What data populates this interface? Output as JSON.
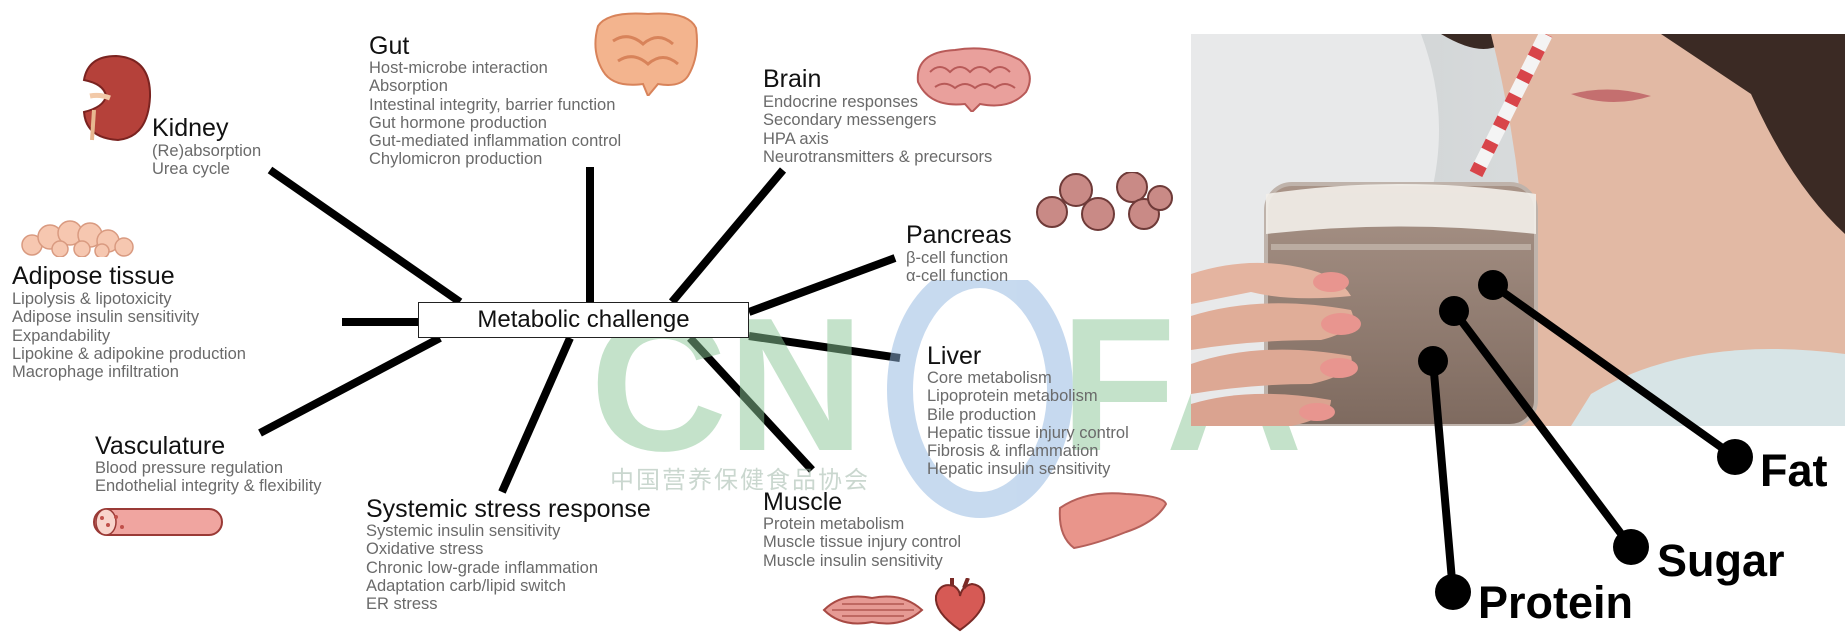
{
  "center": {
    "label": "Metabolic challenge"
  },
  "organs": {
    "gut": {
      "title": "Gut",
      "items": [
        "Host-microbe interaction",
        "Absorption",
        "Intestinal integrity, barrier function",
        "Gut hormone production",
        "Gut-mediated inflammation control",
        "Chylomicron production"
      ]
    },
    "kidney": {
      "title": "Kidney",
      "items": [
        "(Re)absorption",
        "Urea cycle"
      ]
    },
    "brain": {
      "title": "Brain",
      "items": [
        "Endocrine responses",
        "Secondary messengers",
        "HPA axis",
        "Neurotransmitters & precursors"
      ]
    },
    "pancreas": {
      "title": "Pancreas",
      "items": [
        "β-cell function",
        "α-cell function"
      ]
    },
    "adipose": {
      "title": "Adipose tissue",
      "items": [
        "Lipolysis & lipotoxicity",
        "Adipose insulin sensitivity",
        "Expandability",
        "Lipokine & adipokine production",
        "Macrophage infiltration"
      ]
    },
    "liver": {
      "title": "Liver",
      "items": [
        "Core metabolism",
        "Lipoprotein metabolism",
        "Bile production",
        "Hepatic tissue injury control",
        "Fibrosis & inflammation",
        "Hepatic insulin sensitivity"
      ]
    },
    "vasculature": {
      "title": "Vasculature",
      "items": [
        "Blood pressure regulation",
        "Endothelial integrity & flexibility"
      ]
    },
    "stress": {
      "title": "Systemic stress response",
      "items": [
        "Systemic insulin sensitivity",
        "Oxidative stress",
        "Chronic low-grade inflammation",
        "Adaptation carb/lipid switch",
        "ER stress"
      ]
    },
    "muscle": {
      "title": "Muscle",
      "items": [
        "Protein metabolism",
        "Muscle tissue injury control",
        "Muscle insulin sensitivity"
      ]
    }
  },
  "watermark": {
    "logo": "CNOFA",
    "caption": "中国营养保健食品协会"
  },
  "macronutrients": {
    "fat": "Fat",
    "sugar": "Sugar",
    "protein": "Protein"
  },
  "icons": [
    "kidney-icon",
    "gut-icon",
    "brain-icon",
    "pancreas-cells-icon",
    "adipose-icon",
    "liver-icon",
    "blood-vessel-icon",
    "muscle-icon",
    "heart-icon"
  ],
  "colors": {
    "title": "#111111",
    "list": "#6a6a6a",
    "organ": "#d98a80",
    "watermark_green": "#7fc08a",
    "watermark_blue": "#7fa8d8"
  }
}
